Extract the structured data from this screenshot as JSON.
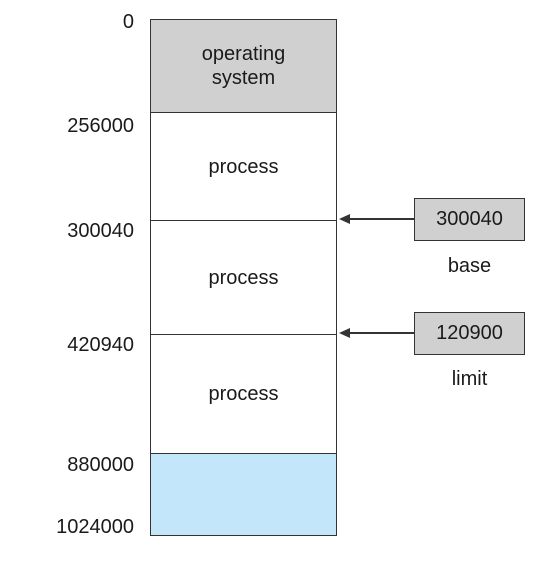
{
  "addresses": [
    "0",
    "256000",
    "300040",
    "420940",
    "880000",
    "1024000"
  ],
  "memory": {
    "segments": [
      {
        "label": "operating\nsystem",
        "kind": "os"
      },
      {
        "label": "process",
        "kind": "process"
      },
      {
        "label": "process",
        "kind": "process"
      },
      {
        "label": "process",
        "kind": "process"
      },
      {
        "label": "",
        "kind": "free"
      }
    ]
  },
  "registers": {
    "base": {
      "value": "300040",
      "label": "base"
    },
    "limit": {
      "value": "120900",
      "label": "limit"
    }
  },
  "colors": {
    "os_fill": "#d0d0d0",
    "free_fill": "#c4e6fa",
    "register_fill": "#d0d0d0",
    "line": "#333333"
  }
}
